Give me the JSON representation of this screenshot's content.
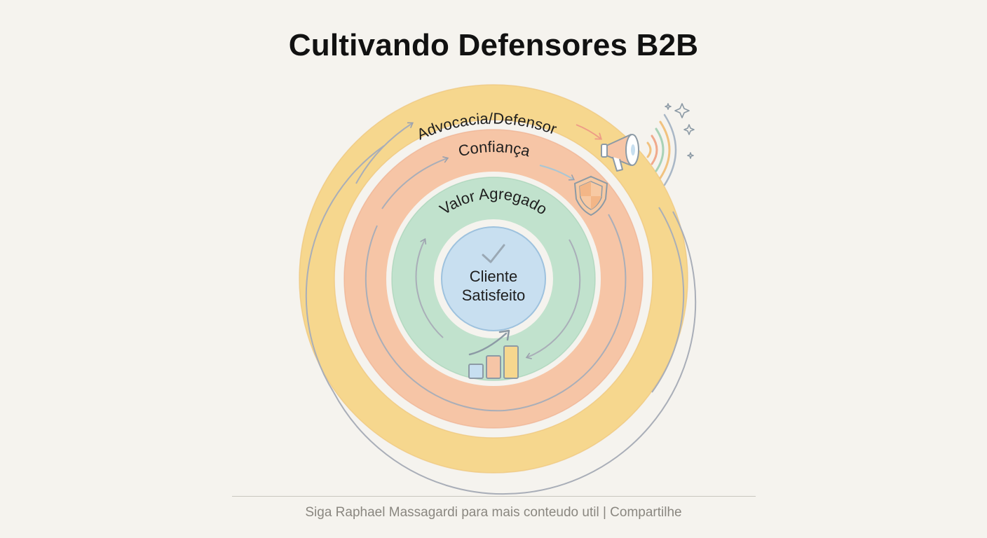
{
  "title": "Cultivando Defensores B2B",
  "rings": [
    {
      "id": "advocacy",
      "label": "Advocacia/Defensor",
      "color": "#f8d98c"
    },
    {
      "id": "trust",
      "label": "Confiança",
      "color": "#f6c3a4"
    },
    {
      "id": "value",
      "label": "Valor Agregado",
      "color": "#bfe0cc"
    }
  ],
  "center": {
    "line1": "Cliente",
    "line2": "Satisfeito",
    "color": "#c7dff0"
  },
  "icons": [
    "megaphone-icon",
    "shield-icon",
    "check-icon",
    "bar-chart-icon",
    "sparkle-icon"
  ],
  "footer": "Siga Raphael Massagardi para mais conteudo util | Compartilhe"
}
